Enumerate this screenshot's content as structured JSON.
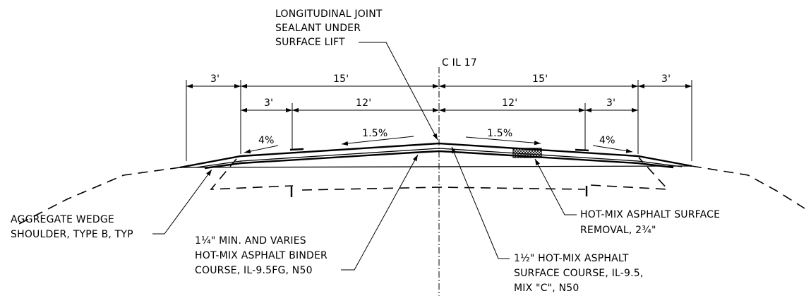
{
  "centerline_label": "C IL 17",
  "dimensions": {
    "left_shoulder_outer": "3'",
    "left_half": "15'",
    "right_half": "15'",
    "right_shoulder_outer": "3'",
    "left_shoulder_inner": "3'",
    "left_lane": "12'",
    "right_lane": "12'",
    "right_shoulder_inner": "3'"
  },
  "slopes": {
    "left_shoulder": "4%",
    "left_lane": "1.5%",
    "right_lane": "1.5%",
    "right_shoulder": "4%"
  },
  "callouts": {
    "joint_sealant": [
      "LONGITUDINAL JOINT",
      "SEALANT UNDER",
      "SURFACE LIFT"
    ],
    "aggregate_wedge": [
      "AGGREGATE WEDGE",
      "SHOULDER, TYPE B, TYP"
    ],
    "binder_course": [
      "1¼\" MIN. AND VARIES",
      "HOT-MIX ASPHALT BINDER",
      "COURSE, IL-9.5FG, N50"
    ],
    "surface_removal": [
      "HOT-MIX ASPHALT SURFACE",
      "REMOVAL, 2¾\""
    ],
    "surface_course": [
      "1½\" HOT-MIX ASPHALT",
      "SURFACE COURSE, IL-9.5,",
      "MIX \"C\", N50"
    ]
  }
}
